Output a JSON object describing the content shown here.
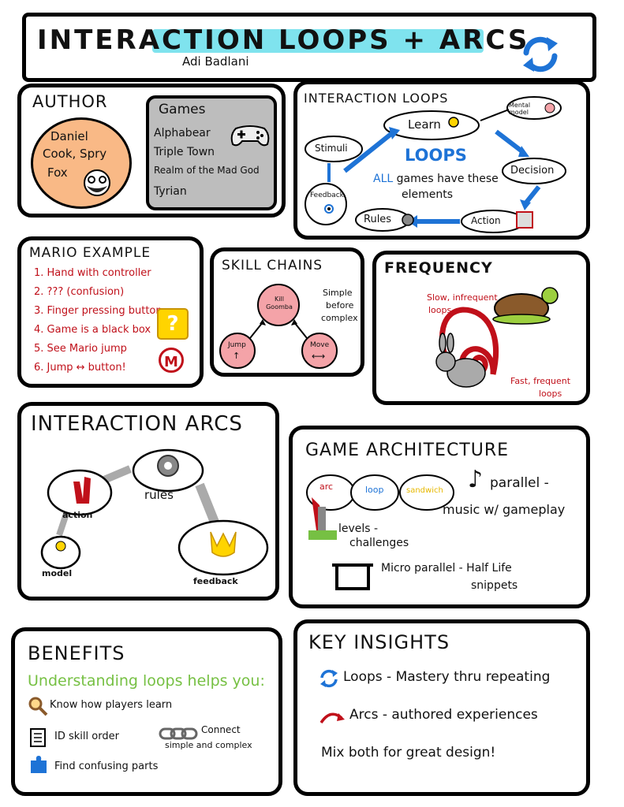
{
  "header": {
    "title": "INTERACTION LOOPS + ARCS",
    "byline": "Adi Badlani",
    "icon": "refresh-icon"
  },
  "author": {
    "heading": "AUTHOR",
    "name_lines": [
      "Daniel",
      "Cook, Spry",
      "Fox"
    ]
  },
  "games": {
    "heading": "Games",
    "items": [
      "Alphabear",
      "Triple Town",
      "Realm of the Mad God",
      "Tyrian"
    ]
  },
  "loops": {
    "heading": "INTERACTION LOOPS",
    "learn": "Learn",
    "mental_model": "Mental model",
    "center_title": "LOOPS",
    "center_all": "ALL",
    "center_rest_1": "games have these",
    "center_rest_2": "elements",
    "stimuli": "Stimuli",
    "decision": "Decision",
    "feedback": "Feedback",
    "rules": "Rules",
    "action": "Action"
  },
  "mario": {
    "heading": "MARIO EXAMPLE",
    "steps": [
      "1. Hand with controller",
      "2. ??? (confusion)",
      "3. Finger pressing button",
      "4. Game is a black box",
      "5. See Mario jump",
      "6. Jump ↔ button!"
    ],
    "qblock": "?",
    "m_badge": "M"
  },
  "skill": {
    "heading": "SKILL CHAINS",
    "top": "Kill Goomba",
    "left": "Jump",
    "left_sym": "↑",
    "right": "Move",
    "right_sym": "⟷",
    "note_lines": [
      "Simple",
      "before",
      "complex"
    ]
  },
  "frequency": {
    "heading": "FREQUENCY",
    "slow_lines": [
      "Slow, infrequent",
      "loops"
    ],
    "fast_lines": [
      "Fast, frequent",
      "loops"
    ]
  },
  "arcs": {
    "heading": "INTERACTION ARCS",
    "rules": "rules",
    "action": "action",
    "model": "model",
    "feedback": "feedback"
  },
  "architecture": {
    "heading": "GAME ARCHITECTURE",
    "arc": "arc",
    "loop": "loop",
    "sandwich": "sandwich",
    "parallel_1": "parallel -",
    "parallel_2": "music w/ gameplay",
    "levels_1": "levels -",
    "levels_2": "challenges",
    "micro_1": "Micro parallel - Half Life",
    "micro_2": "snippets",
    "note_symbol": "♪"
  },
  "benefits": {
    "heading": "BENEFITS",
    "subheading": "Understanding loops helps you:",
    "item1": "Know how players learn",
    "item2": "ID skill order",
    "item3_1": "Connect",
    "item3_2": "simple and complex",
    "item4": "Find confusing parts"
  },
  "insights": {
    "heading": "KEY INSIGHTS",
    "line1": "Loops - Mastery thru repeating",
    "line2": "Arcs - authored experiences",
    "line3": "Mix both for great design!"
  },
  "colors": {
    "cyan_highlight": "#7fe3ee",
    "blue": "#1e73d6",
    "red": "#c0101a",
    "green": "#76c043",
    "orange": "#f9b986",
    "gray_box": "#bdbdbd",
    "pink": "#f4a3a8",
    "yellow": "#ffd400"
  }
}
